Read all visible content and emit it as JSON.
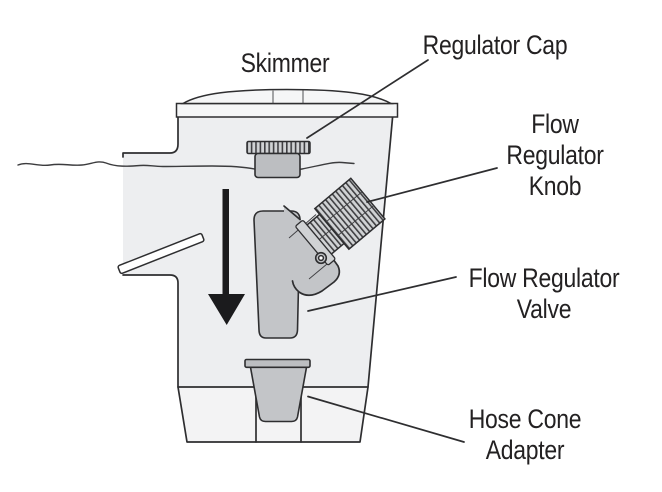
{
  "diagram": {
    "device_label": "Skimmer",
    "part_labels": {
      "regulator_cap": "Regulator Cap",
      "flow_regulator_knob": "Flow\nRegulator\nKnob",
      "flow_regulator_valve": "Flow Regulator\nValve",
      "hose_cone_adapter": "Hose Cone\nAdapter"
    },
    "icons": {
      "flow_direction_arrow": "down-arrow",
      "water_line": "wavy-line"
    },
    "colors": {
      "background": "#ffffff",
      "outline": "#2e2e30",
      "body_fill": "#edeef0",
      "lid_fill": "#f5f6f7",
      "base_fill": "#f3f3f4",
      "part_fill": "#c3c5c8",
      "cap_fill": "#bcbec1",
      "rib_light": "#d0d2d4",
      "rib_dark": "#3f3f42",
      "arrow_fill": "#1b1b1d",
      "water_line": "#3c3c3e",
      "label_text": "#232122"
    }
  }
}
